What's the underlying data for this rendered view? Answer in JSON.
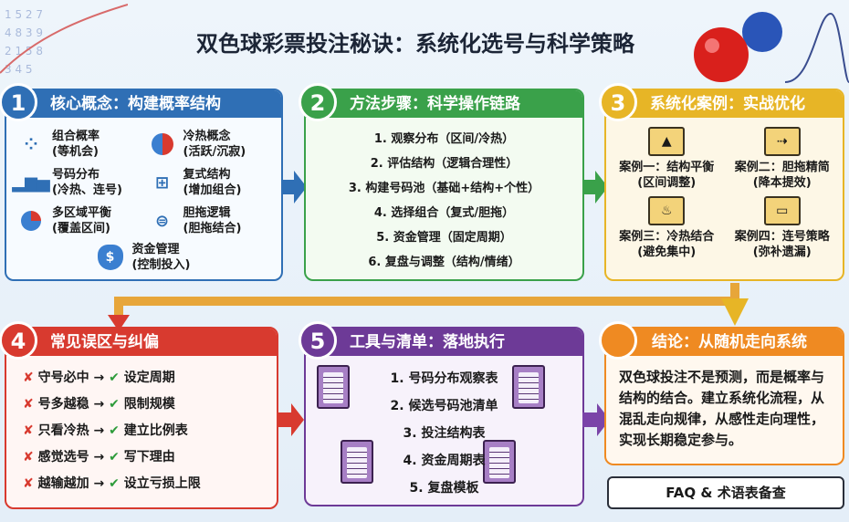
{
  "title": "双色球彩票投注秘诀：系统化选号与科学策略",
  "colors": {
    "blue": "#2f6fb5",
    "green": "#3aa14a",
    "gold": "#e7b526",
    "red": "#d83a2f",
    "purple": "#6d3a97",
    "orange": "#ef8a22"
  },
  "s1": {
    "num": "1",
    "title": "核心概念：构建概率结构",
    "items": [
      {
        "icon": "network-icon",
        "l1": "组合概率",
        "l2": "(等机会)"
      },
      {
        "icon": "hot-cold-icon",
        "l1": "冷热概念",
        "l2": "(活跃/沉寂)"
      },
      {
        "icon": "bar-chart-icon",
        "l1": "号码分布",
        "l2": "(冷热、连号)"
      },
      {
        "icon": "hierarchy-icon",
        "l1": "复式结构",
        "l2": "(增加组合)"
      },
      {
        "icon": "pie-chart-icon",
        "l1": "多区域平衡",
        "l2": "(覆盖区间)"
      },
      {
        "icon": "link-icon",
        "l1": "胆拖逻辑",
        "l2": "(胆拖结合)"
      },
      {
        "icon": "money-bag-icon",
        "l1": "资金管理",
        "l2": "(控制投入)"
      }
    ]
  },
  "s2": {
    "num": "2",
    "title": "方法步骤：科学操作链路",
    "steps": [
      "1. 观察分布（区间/冷热）",
      "2. 评估结构（逻辑合理性）",
      "3. 构建号码池（基础+结构+个性）",
      "4. 选择组合（复式/胆拖）",
      "5. 资金管理（固定周期）",
      "6. 复盘与调整（结构/情绪）"
    ]
  },
  "s3": {
    "num": "3",
    "title": "系统化案例：实战优化",
    "cases": [
      {
        "l1": "案例一：结构平衡",
        "l2": "(区间调整)"
      },
      {
        "l1": "案例二：胆拖精简",
        "l2": "(降本提效)"
      },
      {
        "l1": "案例三：冷热结合",
        "l2": "(避免集中)"
      },
      {
        "l1": "案例四：连号策略",
        "l2": "(弥补遗漏)"
      }
    ]
  },
  "s4": {
    "num": "4",
    "title": "常见误区与纠偏",
    "myths": [
      {
        "wrong": "守号必中",
        "right": "设定周期"
      },
      {
        "wrong": "号多越稳",
        "right": "限制规模"
      },
      {
        "wrong": "只看冷热",
        "right": "建立比例表"
      },
      {
        "wrong": "感觉选号",
        "right": "写下理由"
      },
      {
        "wrong": "越输越加",
        "right": "设立亏损上限"
      }
    ]
  },
  "s5": {
    "num": "5",
    "title": "工具与清单：落地执行",
    "tools": [
      "1. 号码分布观察表",
      "2. 候选号码池清单",
      "3. 投注结构表",
      "4. 资金周期表",
      "5. 复盘模板"
    ]
  },
  "s6": {
    "title": "结论：从随机走向系统",
    "text": "双色球投注不是预测，而是概率与结构的结合。建立系统化流程，从混乱走向规律，从感性走向理性，实现长期稳定参与。"
  },
  "faq": "FAQ & 术语表备查"
}
